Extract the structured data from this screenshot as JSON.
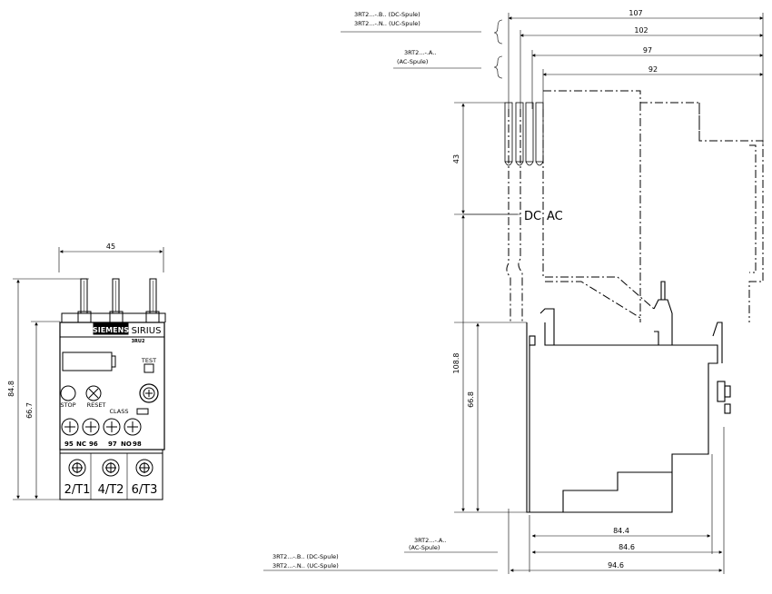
{
  "front_view": {
    "width_label": "45",
    "height_outer_label": "84.8",
    "height_inner_label": "66.7",
    "brand": "SIEMENS",
    "series": "SIRIUS",
    "model_code": "3RU2",
    "test_label": "TEST",
    "stop_label": "STOP",
    "reset_label": "RESET",
    "class_label": "CLASS",
    "aux_terminals": [
      "95",
      "NC",
      "96",
      "97",
      "NO",
      "98"
    ],
    "main_terminals": [
      "2/T1",
      "4/T2",
      "6/T3"
    ]
  },
  "side_view": {
    "dim_107": "107",
    "dim_102": "102",
    "dim_97": "97",
    "dim_92": "92",
    "dim_43": "43",
    "dim_108_8": "108.8",
    "dim_66_8": "66.8",
    "dim_84_4": "84.4",
    "dim_84_6": "84.6",
    "dim_94_6": "94.6",
    "dc_label": "DC",
    "ac_label": "AC",
    "top_note_dc_1": "3RT2...-.B..  (DC-Spule)",
    "top_note_dc_2": "3RT2...-.N..  (UC-Spule)",
    "top_note_ac_1": "3RT2...-.A..",
    "top_note_ac_2": "(AC-Spule)",
    "bottom_note_ac_1": "3RT2...-.A..",
    "bottom_note_ac_2": "(AC-Spule)",
    "bottom_note_dc_1": "3RT2...-.B..  (DC-Spule)",
    "bottom_note_dc_2": "3RT2...-.N..  (UC-Spule)"
  }
}
